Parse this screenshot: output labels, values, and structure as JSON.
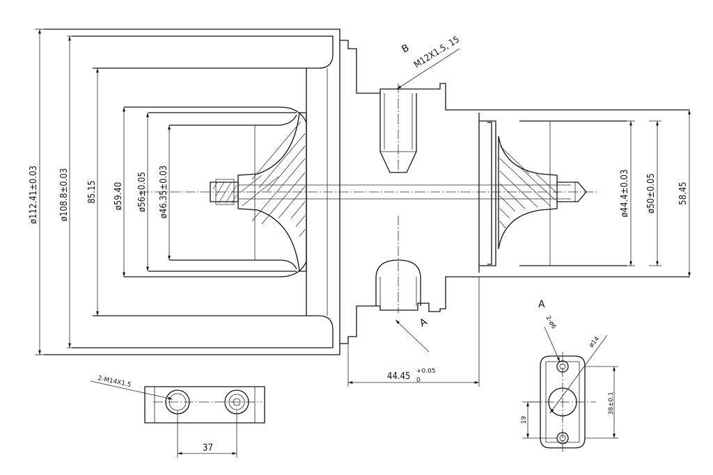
{
  "dimensions": {
    "d_112_41": "ø112.41±0.03",
    "d_108_8": "ø108.8±0.03",
    "d_85_15": "85.15",
    "d_59_40": "ø59.40",
    "d_56": "ø56±0.05",
    "d_46_35": "ø46.35±0.03",
    "d_44_4": "ø44.4±0.03",
    "d_50": "ø50±0.05",
    "d_58_45": "58.45",
    "d_44_45": "44.45",
    "d_44_45_tol_upper": "+0.05",
    "d_44_45_tol_lower": "0",
    "d_37": "37",
    "d_38": "38±0.1",
    "d_19": "19",
    "d_14": "ø14",
    "d_6": "2-ø6"
  },
  "labels": {
    "section_b": "B",
    "thread_b": "M12X1.5, 15",
    "section_a_arrow": "A",
    "view_a_title": "A",
    "thread_bottom": "2-M14X1.5"
  }
}
